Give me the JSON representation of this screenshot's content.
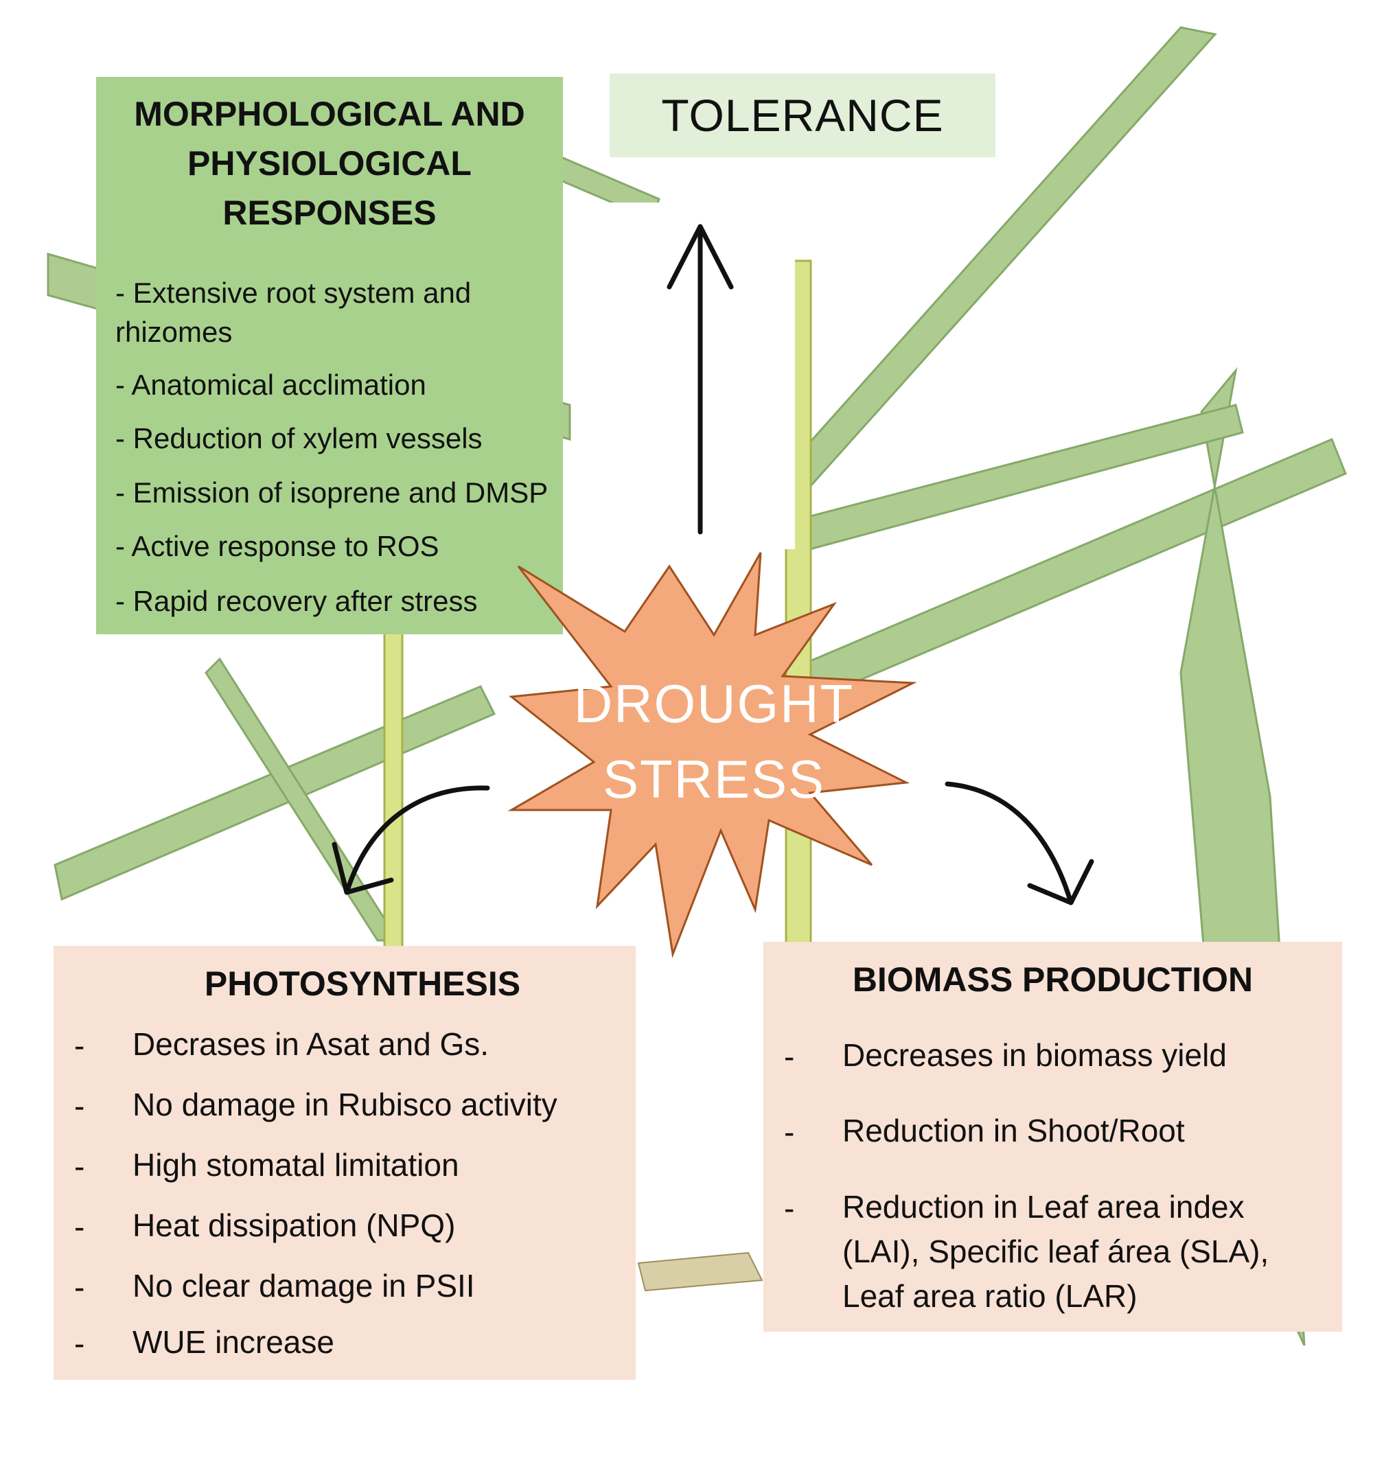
{
  "morph": {
    "title_lines": [
      "MORPHOLOGICAL AND",
      "PHYSIOLOGICAL",
      "RESPONSES"
    ],
    "items": [
      "- Extensive root system and",
      "rhizomes",
      "- Anatomical acclimation",
      "- Reduction of xylem vessels",
      "- Emission of isoprene and DMSP",
      "- Active response to ROS",
      "- Rapid recovery after stress"
    ]
  },
  "tolerance": {
    "label": "TOLERANCE"
  },
  "drought": {
    "line1": "DROUGHT",
    "line2": "STRESS"
  },
  "photosynthesis": {
    "title": "PHOTOSYNTHESIS",
    "bullet": "-",
    "items": [
      "Decrases in Asat and Gs.",
      "No damage in Rubisco activity",
      "High stomatal limitation",
      "Heat dissipation (NPQ)",
      "No clear damage in PSII",
      "WUE increase"
    ]
  },
  "biomass": {
    "title": "BIOMASS PRODUCTION",
    "bullet": "-",
    "items": [
      "Decreases in biomass yield",
      "Reduction in Shoot/Root",
      "Reduction in Leaf area index",
      "(LAI), Specific leaf área (SLA),",
      "Leaf area ratio (LAR)"
    ]
  },
  "colors": {
    "green_box": "#a9d18e",
    "tolerance_box": "#e2efd9",
    "peach_box": "#f8e1d5",
    "star_fill": "#f4a97c",
    "star_stroke": "#b45a28",
    "leaf": "#9fc27a"
  }
}
